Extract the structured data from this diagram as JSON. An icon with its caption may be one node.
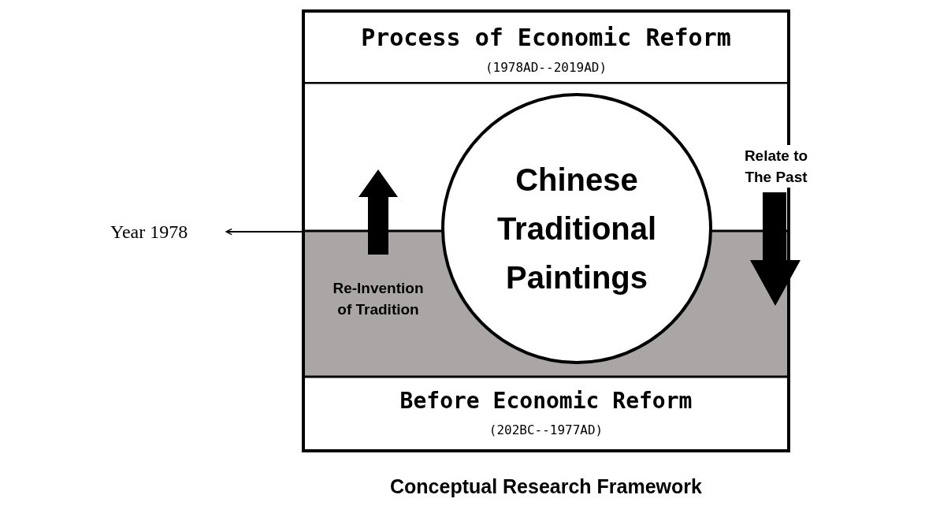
{
  "diagram": {
    "caption": "Conceptual Research Framework",
    "nodes": [
      {
        "text": [
          "Process of Economic Reform",
          "(1978AD--2019AD)"
        ]
      },
      {
        "text": [
          "Chinese Traditional Paintings"
        ]
      },
      {
        "text": [
          "Before Economic Reform",
          "(202BC--1977AD)"
        ]
      },
      {
        "text": [
          "Year 1978"
        ]
      },
      {
        "text": [],
        "shape": "box"
      }
    ],
    "edges": [
      {
        "from": 4,
        "to": 3,
        "arrow": "to"
      }
    ],
    "labels": [
      "Relate to The Past",
      "Re-Invention of Tradition"
    ]
  }
}
